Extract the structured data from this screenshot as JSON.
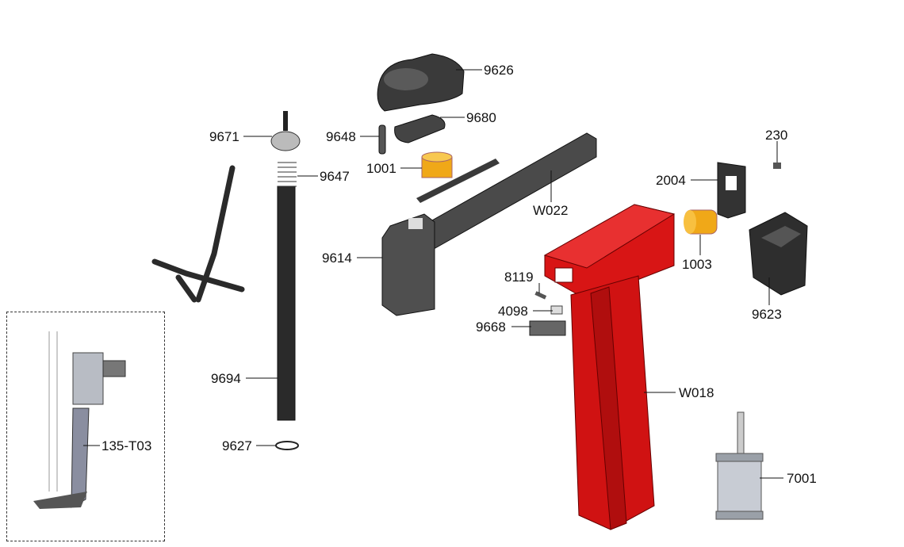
{
  "labels": [
    "9626",
    "9680",
    "9671",
    "9648",
    "230",
    "1001",
    "9647",
    "2004",
    "W022",
    "9614",
    "1003",
    "8119",
    "4098",
    "9668",
    "9623",
    "9694",
    "W018",
    "135-T03",
    "9627",
    "7001"
  ],
  "colors": {
    "frame_red": "#d81515",
    "arm_gray": "#4a4a4a",
    "bushing_yellow": "#f0a818",
    "cylinder_silver": "#c8ccd4"
  }
}
